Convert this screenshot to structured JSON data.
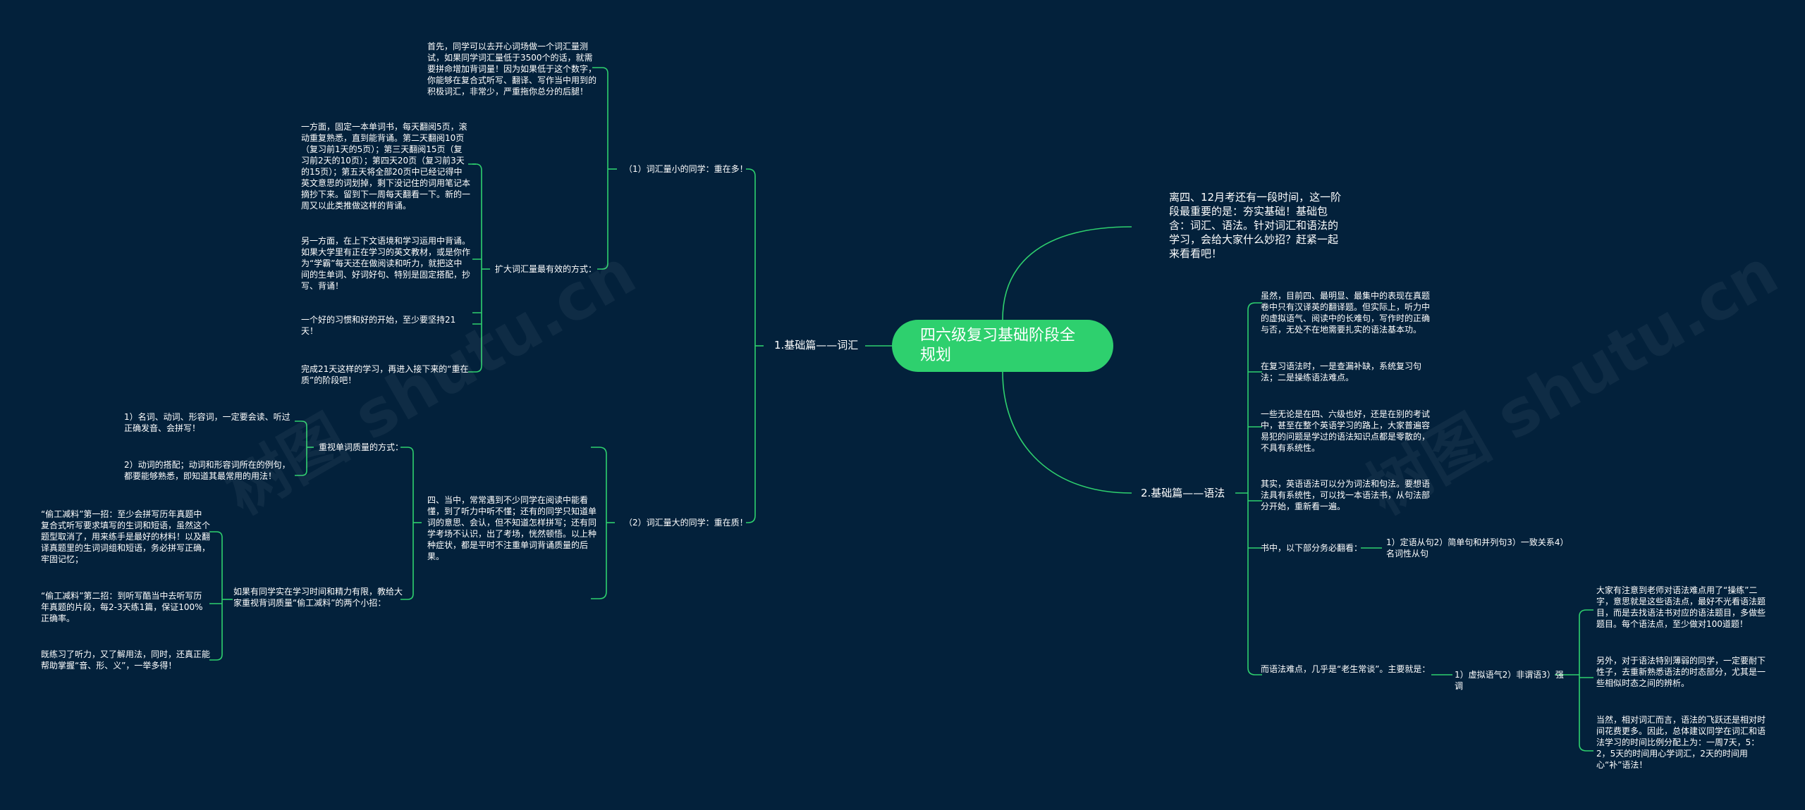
{
  "watermark": "树图 shutu.cn",
  "root": {
    "title": "四六级复习基础阶段全规划"
  },
  "intro": {
    "text": "离四、12月考还有一段时间，这一阶段最重要的是：夯实基础！基础包含：词汇、语法。针对词汇和语法的学习，会给大家什么妙招？赶紧一起来看看吧！"
  },
  "left": {
    "vocab": {
      "label": "1.基础篇——词汇",
      "small": {
        "label": "（1）词汇量小的同学：重在多！",
        "note1": "首先，同学可以去开心词场做一个词汇量测试，如果同学词汇量低于3500个的话，就需要拼命增加背词量！因为如果低于这个数字，你能够在复合式听写、翻译、写作当中用到的积极词汇，非常少，严重拖你总分的后腿！",
        "expand": {
          "label": "扩大词汇量最有效的方式：",
          "items": [
            "一方面，固定一本单词书，每天翻阅5页，滚动重复熟悉，直到能背诵。第二天翻阅10页（复习前1天的5页）；第三天翻阅15页（复习前2天的10页）；第四天20页（复习前3天的15页）；第五天将全部20页中已经记得中英文意思的词划掉，剩下没记住的词用笔记本摘抄下来。留到下一周每天翻看一下。新的一周又以此类推做这样的背诵。",
            "另一方面，在上下文语境和学习运用中背诵。如果大学里有正在学习的英文教材，或是你作为“学霸”每天还在做阅读和听力，就把这中间的生单词、好词好句、特别是固定搭配，抄写、背诵！",
            "一个好的习惯和好的开始，至少要坚持21天！",
            "完成21天这样的学习，再进入接下来的“重在质”的阶段吧！"
          ]
        }
      },
      "large": {
        "label": "（2）词汇量大的同学：重在质！",
        "desc": "四、当中，常常遇到不少同学在阅读中能看懂，到了听力中听不懂；还有的同学只知道单词的意思、会认，但不知道怎样拼写；还有同学考场不认识，出了考场，恍然顿悟。以上种种症状，都是平时不注重单词背诵质量的后果。",
        "quality": {
          "label": "重视单词质量的方式：",
          "items": [
            "1）名词、动词、形容词，一定要会读、听过正确发音、会拼写！",
            "2）动词的搭配；动词和形容词所在的例句，都要能够熟悉，即知道其最常用的用法！"
          ]
        },
        "trick": {
          "label": "如果有同学实在学习时间和精力有限，教给大家重视背词质量“偷工减料”的两个小招：",
          "items": [
            "“偷工减料”第一招：至少会拼写历年真题中复合式听写要求填写的生词和短语，虽然这个题型取消了，用来练手是最好的材料！以及翻译真题里的生词词组和短语，务必拼写正确，牢固记忆；",
            "“偷工减料”第二招：到听写酷当中去听写历年真题的片段，每2-3天练1篇，保证100%正确率。",
            "既练习了听力，又了解用法，同时，还真正能帮助掌握“音、形、义”，一举多得！"
          ]
        }
      }
    }
  },
  "right": {
    "grammar": {
      "label": "2.基础篇——语法",
      "items": [
        "虽然，目前四、最明显、最集中的表现在真题卷中只有汉译英的翻译题。但实际上，听力中的虚拟语气、阅读中的长难句，写作时的正确与否，无处不在地需要扎实的语法基本功。",
        "在复习语法时，一是查漏补缺，系统复习句法；二是操练语法难点。",
        "一些无论是在四、六级也好，还是在别的考试中，甚至在整个英语学习的路上，大家普遍容易犯的问题是学过的语法知识点都是零散的，不具有系统性。",
        "其实，英语语法可以分为词法和句法。要想语法具有系统性，可以找一本语法书，从句法部分开始，重新看一遍。"
      ],
      "book": {
        "label": "书中，以下部分务必翻看：",
        "child": "1）定语从句2）简单句和并列句3）一致关系4）名词性从句"
      },
      "hard": {
        "label": "而语法难点，几乎是“老生常谈”。主要就是：",
        "child": {
          "label": "1）虚拟语气2）非谓语3）强调",
          "items": [
            "大家有注意到老师对语法难点用了“操练”二字，意思就是这些语法点，最好不光看语法题目，而是去找语法书对应的语法题目，多做些题目。每个语法点，至少做对100道题！",
            "另外，对于语法特别薄弱的同学，一定要耐下性子，去重新熟悉语法的时态部分，尤其是一些相似时态之间的辨析。",
            "当然，相对词汇而言，语法的飞跃还是相对时间花费更多。因此，总体建议同学在词汇和语法学习的时间比例分配上为：一周7天，5：2，5天的时间用心学词汇，2天的时间用心“补”语法！"
          ]
        }
      }
    }
  }
}
